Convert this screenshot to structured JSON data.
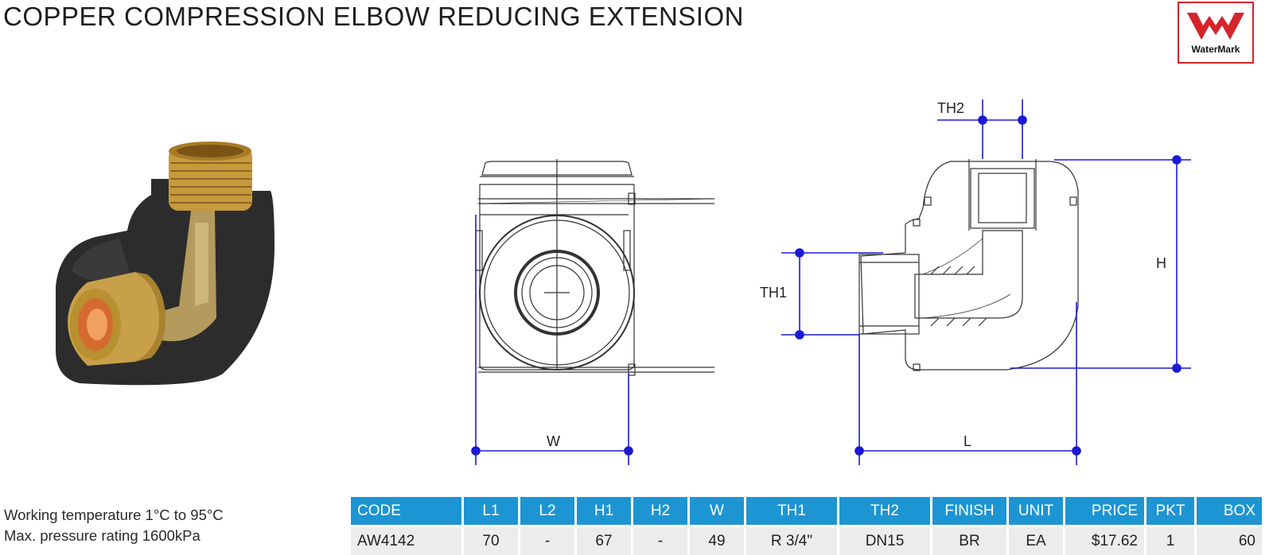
{
  "title": "COPPER COMPRESSION ELBOW REDUCING EXTENSION",
  "logo": {
    "label": "WaterMark",
    "color": "#d6242b"
  },
  "dimension_labels": {
    "w": "W",
    "l": "L",
    "h": "H",
    "th1": "TH1",
    "th2": "TH2"
  },
  "specs": {
    "temperature": "Working temperature 1°C to 95°C",
    "pressure": "Max. pressure rating 1600kPa"
  },
  "table": {
    "headers": [
      "CODE",
      "L1",
      "L2",
      "H1",
      "H2",
      "W",
      "TH1",
      "TH2",
      "FINISH",
      "UNIT",
      "PRICE",
      "PKT",
      "BOX"
    ],
    "row": [
      "AW4142",
      "70",
      "-",
      "67",
      "-",
      "49",
      "R 3/4\"",
      "DN15",
      "BR",
      "EA",
      "$17.62",
      "1",
      "60"
    ]
  },
  "colors": {
    "header_bg": "#1d95d3",
    "dimension_line": "#1a1ad6",
    "row_bg": "#ececec"
  }
}
